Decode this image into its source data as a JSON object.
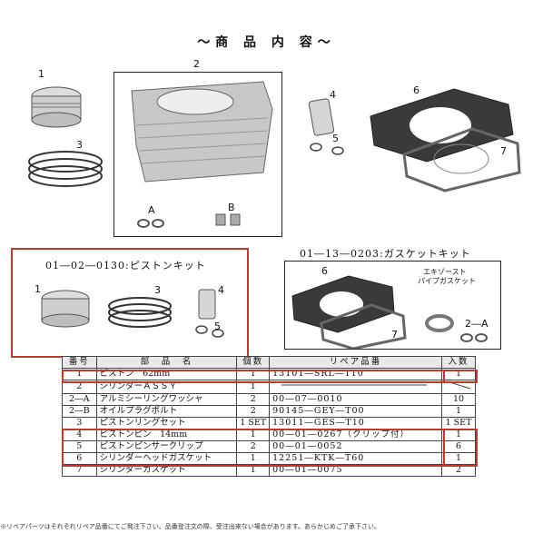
{
  "title": "～商 品 内 容～",
  "labels": {
    "p1": "1",
    "p2": "2",
    "p3": "3",
    "p4": "4",
    "p5": "5",
    "p6": "6",
    "p7": "7",
    "pA": "A",
    "pB": "B",
    "k1": "1",
    "k3": "3",
    "k4": "4",
    "k5": "5",
    "g6": "6",
    "g7": "7",
    "g2a": "2―A"
  },
  "piston_kit": {
    "title": "01―02―0130:ピストンキット"
  },
  "gasket_kit": {
    "title": "01―13―0203:ガスケットキット",
    "exhaust_label_1": "エキゾースト",
    "exhaust_label_2": "パイプガスケット"
  },
  "table": {
    "headers": [
      "番号",
      "部　品　名",
      "個数",
      "リペア品番",
      "入数"
    ],
    "rows": [
      [
        "1",
        "ピストン　62mm",
        "1",
        "13101―SRL―T10",
        "1"
      ],
      [
        "2",
        "シリンダーＡＳＳＹ",
        "1",
        "",
        ""
      ],
      [
        "2―A",
        "アルミシーリングワッシャ",
        "2",
        "00―07―0010",
        "10"
      ],
      [
        "2―B",
        "オイルプラグボルト",
        "2",
        "90145―GEY―T00",
        "1"
      ],
      [
        "3",
        "ピストンリングセット",
        "1 SET",
        "13011―GES―T10",
        "1 SET"
      ],
      [
        "4",
        "ピストンピン　14mm",
        "1",
        "00―01―0267（クリップ付）",
        "1"
      ],
      [
        "5",
        "ピストンピンサークリップ",
        "2",
        "00―01―0052",
        "6"
      ],
      [
        "6",
        "シリンダーヘッドガスケット",
        "1",
        "12251―KTK―T60",
        "1"
      ],
      [
        "7",
        "シリンダーガスケット",
        "1",
        "00―01―0075",
        "2"
      ]
    ]
  },
  "footer": "※リペアパーツはそれぞれリペア品番にてご発注下さい。品番登注文の際、受注出来ない場合があります。あらかじめご了承下さい。",
  "colors": {
    "highlight": "#c0392b",
    "part_gray": "#b9b9b9",
    "gasket_dark": "#333333"
  }
}
